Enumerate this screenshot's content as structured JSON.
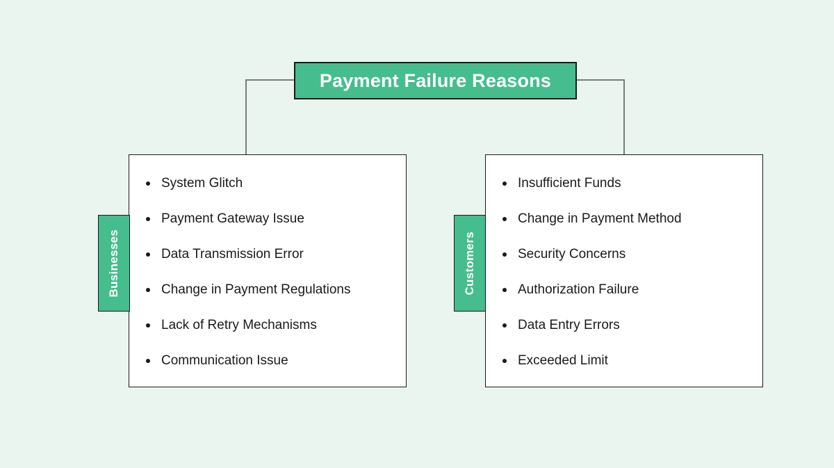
{
  "title": "Payment Failure Reasons",
  "colors": {
    "background": "#EBF5F0",
    "accent_green": "#45BD8C",
    "box_bg": "#FFFFFF",
    "border_dark": "#1A1A1A",
    "connector_gray": "#7A7A7A",
    "text_dark": "#1A1A1A",
    "text_light": "#FFFFFF"
  },
  "groups": [
    {
      "label": "Businesses",
      "items": [
        "System Glitch",
        "Payment Gateway Issue",
        "Data Transmission Error",
        "Change in Payment Regulations",
        "Lack of Retry Mechanisms",
        "Communication Issue"
      ]
    },
    {
      "label": "Customers",
      "items": [
        "Insufficient Funds",
        "Change in Payment Method",
        "Security Concerns",
        "Authorization Failure",
        "Data Entry Errors",
        "Exceeded Limit"
      ]
    }
  ]
}
